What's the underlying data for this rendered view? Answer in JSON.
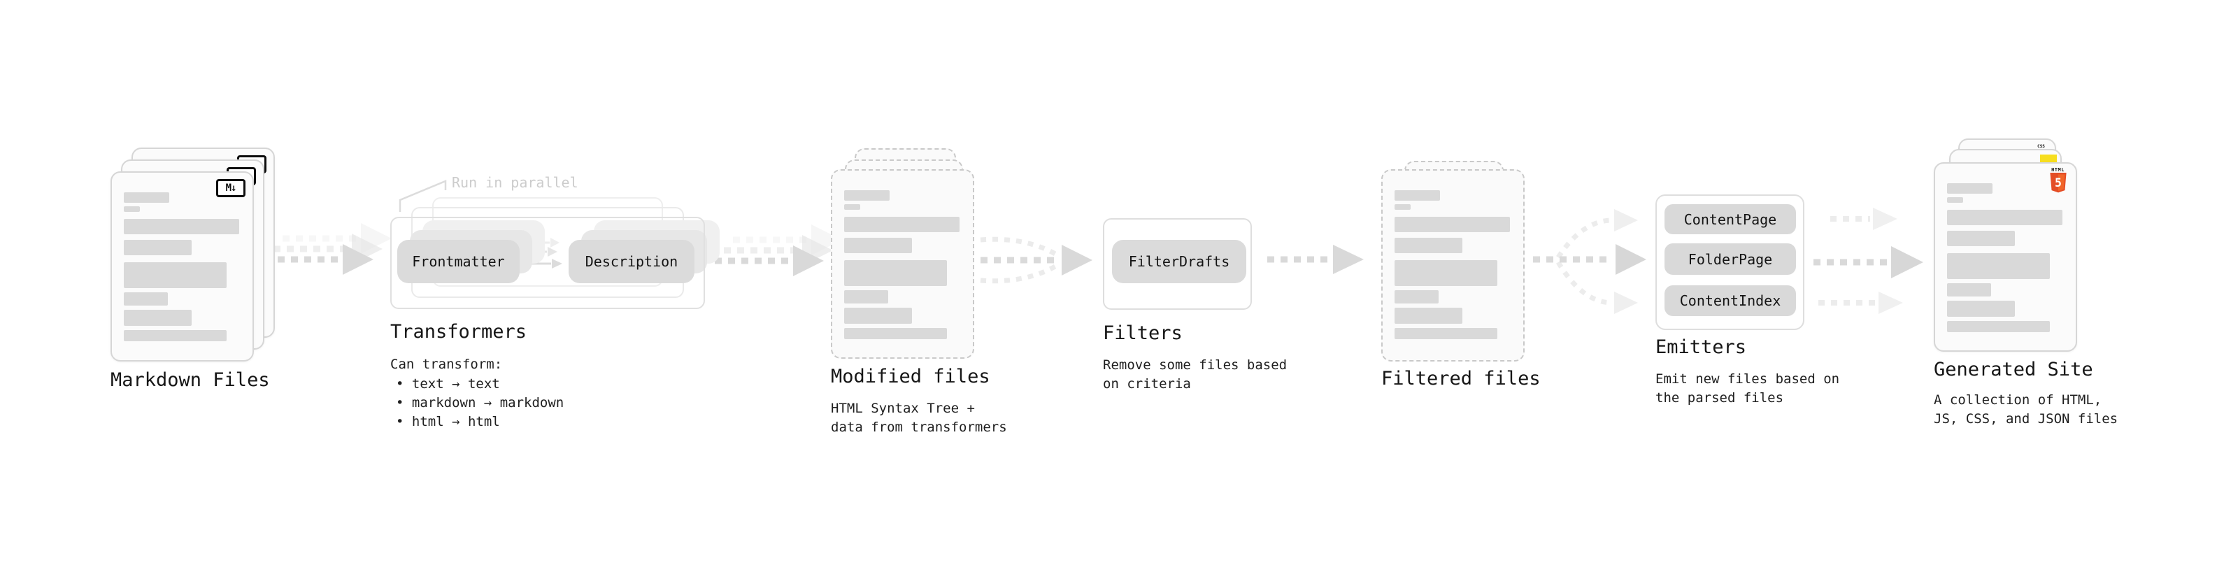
{
  "sections": {
    "markdown_files": {
      "label": "Markdown Files"
    },
    "transformers": {
      "label": "Transformers",
      "note": "Run in parallel",
      "buttons": {
        "frontmatter": "Frontmatter",
        "description": "Description"
      },
      "desc_title": "Can transform:",
      "bullets": [
        "• text → text",
        "• markdown → markdown",
        "• html → html"
      ]
    },
    "modified_files": {
      "label": "Modified files",
      "desc": [
        "HTML Syntax Tree +",
        "data from transformers"
      ]
    },
    "filters": {
      "label": "Filters",
      "buttons": {
        "filterdrafts": "FilterDrafts"
      },
      "desc": [
        "Remove some files based",
        "on criteria"
      ]
    },
    "filtered_files": {
      "label": "Filtered files"
    },
    "emitters": {
      "label": "Emitters",
      "buttons": {
        "contentpage": "ContentPage",
        "folderpage": "FolderPage",
        "contentindex": "ContentIndex"
      },
      "desc": [
        "Emit new files based on",
        "the parsed files"
      ]
    },
    "generated_site": {
      "label": "Generated Site",
      "desc": [
        "A collection of HTML,",
        "JS, CSS, and JSON files"
      ]
    }
  },
  "icons": {
    "markdown_badge": "M↓",
    "css_badge": "CSS",
    "html5_word": "HTML",
    "html5_five": "5"
  },
  "colors": {
    "arrow_main": "#d9d9d9",
    "arrow_ghost": "#ebebeb",
    "card_border": "#d6d6d6",
    "bar_fill": "#d9d9d9",
    "button_fill": "#dbdbdb",
    "html5_orange": "#e44d26",
    "js_yellow": "#f7de1e",
    "css_blue": "#2963e9"
  }
}
